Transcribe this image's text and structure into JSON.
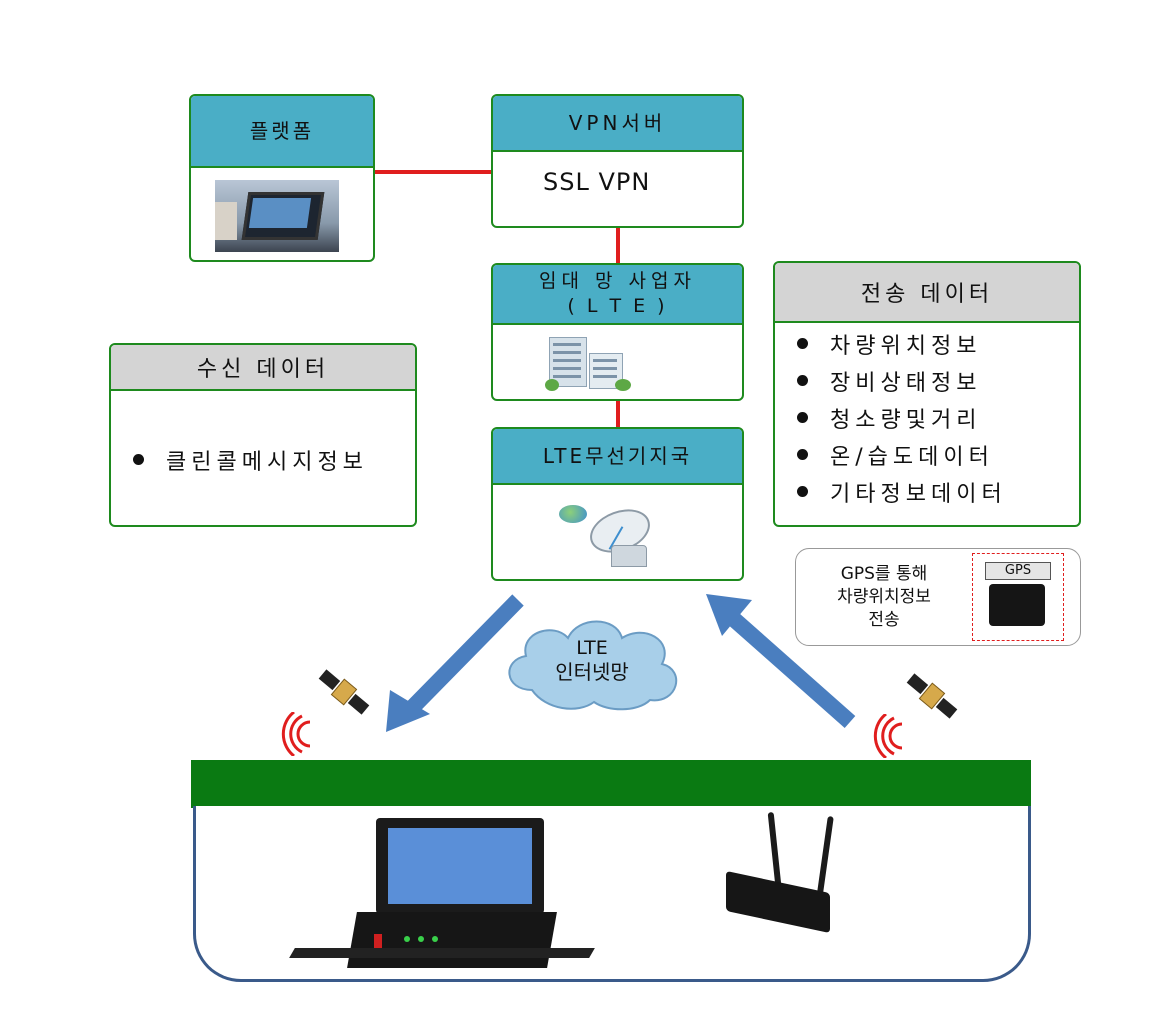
{
  "platform": {
    "title": "플랫폼"
  },
  "vpn_server": {
    "title": "VPN서버",
    "body": "SSL VPN"
  },
  "lease_isp": {
    "title_line1": "임대 망 사업자",
    "title_line2": "( L T E )"
  },
  "lte_station": {
    "title": "LTE무선기지국"
  },
  "receive_data": {
    "title": "수신 데이터",
    "items": [
      "클린콜메시지정보"
    ]
  },
  "transmit_data": {
    "title": "전송 데이터",
    "items": [
      "차량위치정보",
      "장비상태정보",
      "청소량및거리",
      "온/습도데이터",
      "기타정보데이터"
    ]
  },
  "gps_note": {
    "line1": "GPS를 통해",
    "line2": "차량위치정보",
    "line3": "전송",
    "device_label": "GPS"
  },
  "lte_cloud": {
    "line1": "LTE",
    "line2": "인터넷망"
  },
  "colors": {
    "box_border": "#1e8a1e",
    "teal_header": "#4aaec6",
    "gray_header": "#d4d4d4",
    "link_line": "#e01e1e",
    "arrow": "#4a7ebf",
    "ground_bar": "#0a7a12"
  }
}
